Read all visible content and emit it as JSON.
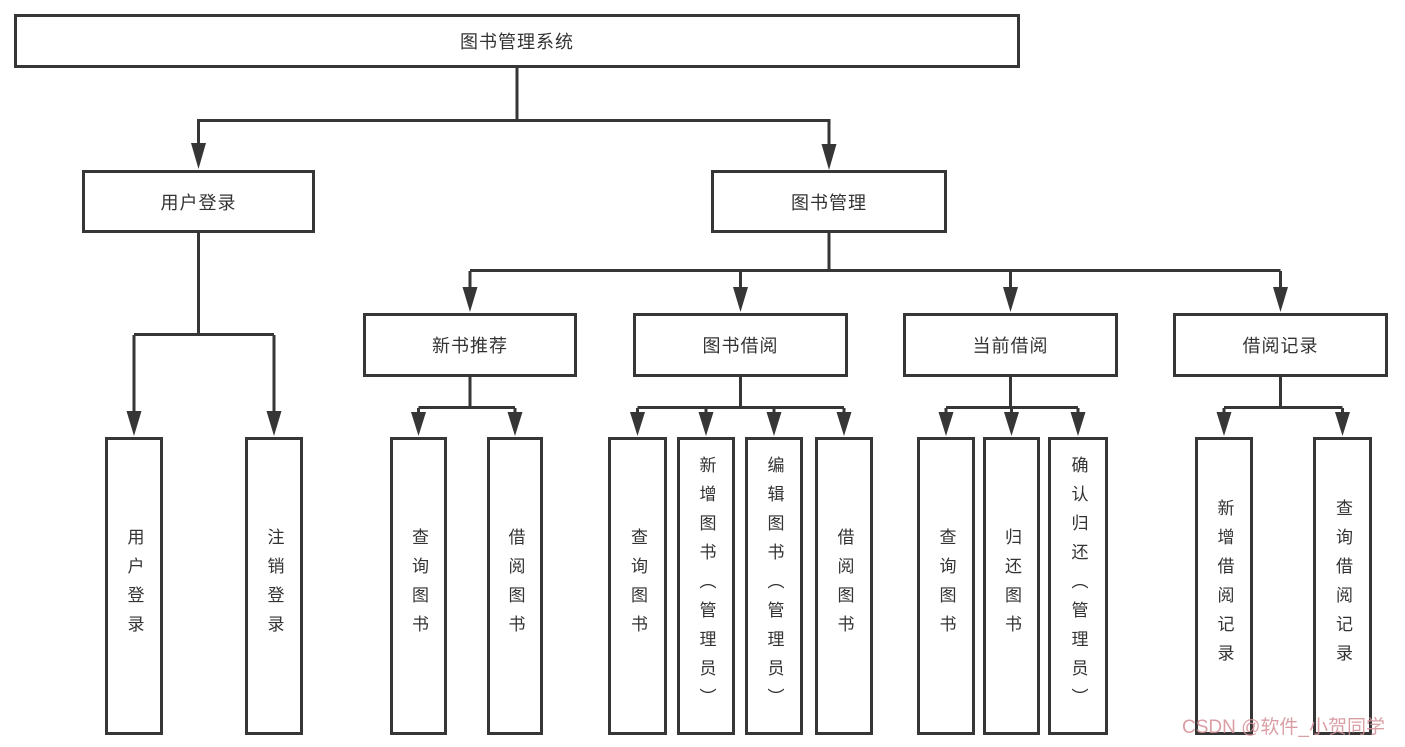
{
  "diagram": {
    "type": "hierarchy-tree",
    "colors": {
      "line": "#363636",
      "border": "#363636",
      "text": "#333333",
      "background": "#ffffff",
      "watermark": "#d59298"
    },
    "nodes": {
      "root": {
        "label": "图书管理系统"
      },
      "level2": [
        {
          "id": "user-login",
          "label": "用户登录"
        },
        {
          "id": "book-management",
          "label": "图书管理"
        }
      ],
      "level3": [
        {
          "id": "new-book-recommend",
          "label": "新书推荐"
        },
        {
          "id": "book-borrowing",
          "label": "图书借阅"
        },
        {
          "id": "current-borrowing",
          "label": "当前借阅"
        },
        {
          "id": "borrowing-records",
          "label": "借阅记录"
        }
      ],
      "leaves": [
        {
          "parent": "user-login",
          "label": "用户登录"
        },
        {
          "parent": "user-login",
          "label": "注销登录"
        },
        {
          "parent": "new-book-recommend",
          "label": "查询图书"
        },
        {
          "parent": "new-book-recommend",
          "label": "借阅图书"
        },
        {
          "parent": "book-borrowing",
          "label": "查询图书"
        },
        {
          "parent": "book-borrowing",
          "label": "新增图书（管理员）"
        },
        {
          "parent": "book-borrowing",
          "label": "编辑图书（管理员）"
        },
        {
          "parent": "book-borrowing",
          "label": "借阅图书"
        },
        {
          "parent": "current-borrowing",
          "label": "查询图书"
        },
        {
          "parent": "current-borrowing",
          "label": "归还图书"
        },
        {
          "parent": "current-borrowing",
          "label": "确认归还（管理员）"
        },
        {
          "parent": "borrowing-records",
          "label": "新增借阅记录"
        },
        {
          "parent": "borrowing-records",
          "label": "查询借阅记录"
        }
      ]
    }
  },
  "watermark": {
    "text": "CSDN @软件_小贺同学"
  }
}
